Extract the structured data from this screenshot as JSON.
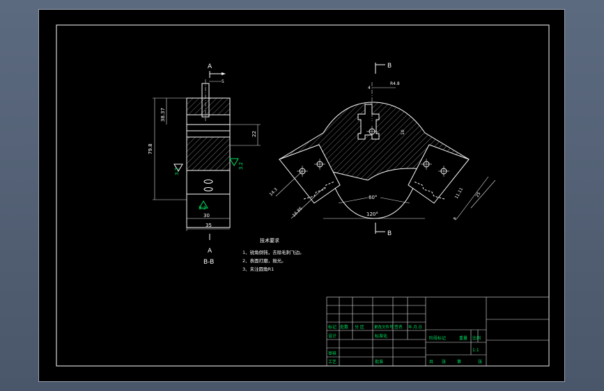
{
  "drawing": {
    "view_label_top": "A",
    "view_label_bottom": "A",
    "section_label": "B-B",
    "section_top": "B",
    "section_bottom": "B",
    "dims_left": {
      "d_top": "5",
      "h_upper": "38.37",
      "h_total": "79.8",
      "w_bottom": "30",
      "w_total": "35",
      "slot": "22",
      "rough1": "3.2",
      "rough2": "3.2",
      "rough3": "3.2"
    },
    "dims_right": {
      "d1": "4",
      "r1": "R4.8",
      "r2": "10",
      "ang1": "60°",
      "ang2": "120°",
      "d_left1": "14.3",
      "d_left2": "16.86",
      "d_right1": "11.11",
      "d_right2": "25",
      "d_right3": "8"
    },
    "notes": {
      "title": "技术要求",
      "items": [
        "1、锐角倒钝，去除毛刺飞边。",
        "2、表面打磨，抛光。",
        "3、未注圆角R1"
      ]
    }
  },
  "title_block": {
    "r1": [
      "标记",
      "处数",
      "分 区",
      "更改文件号",
      "签名",
      "年.月.日"
    ],
    "r2": [
      "设计",
      "",
      "标准化"
    ],
    "r3": [
      "审核"
    ],
    "r4": [
      "工艺",
      "",
      "批准"
    ],
    "stage": [
      "阶段标记",
      "重量",
      "比例"
    ],
    "scale": "1:1",
    "sheet": [
      "共",
      "张",
      "第",
      "张"
    ]
  }
}
